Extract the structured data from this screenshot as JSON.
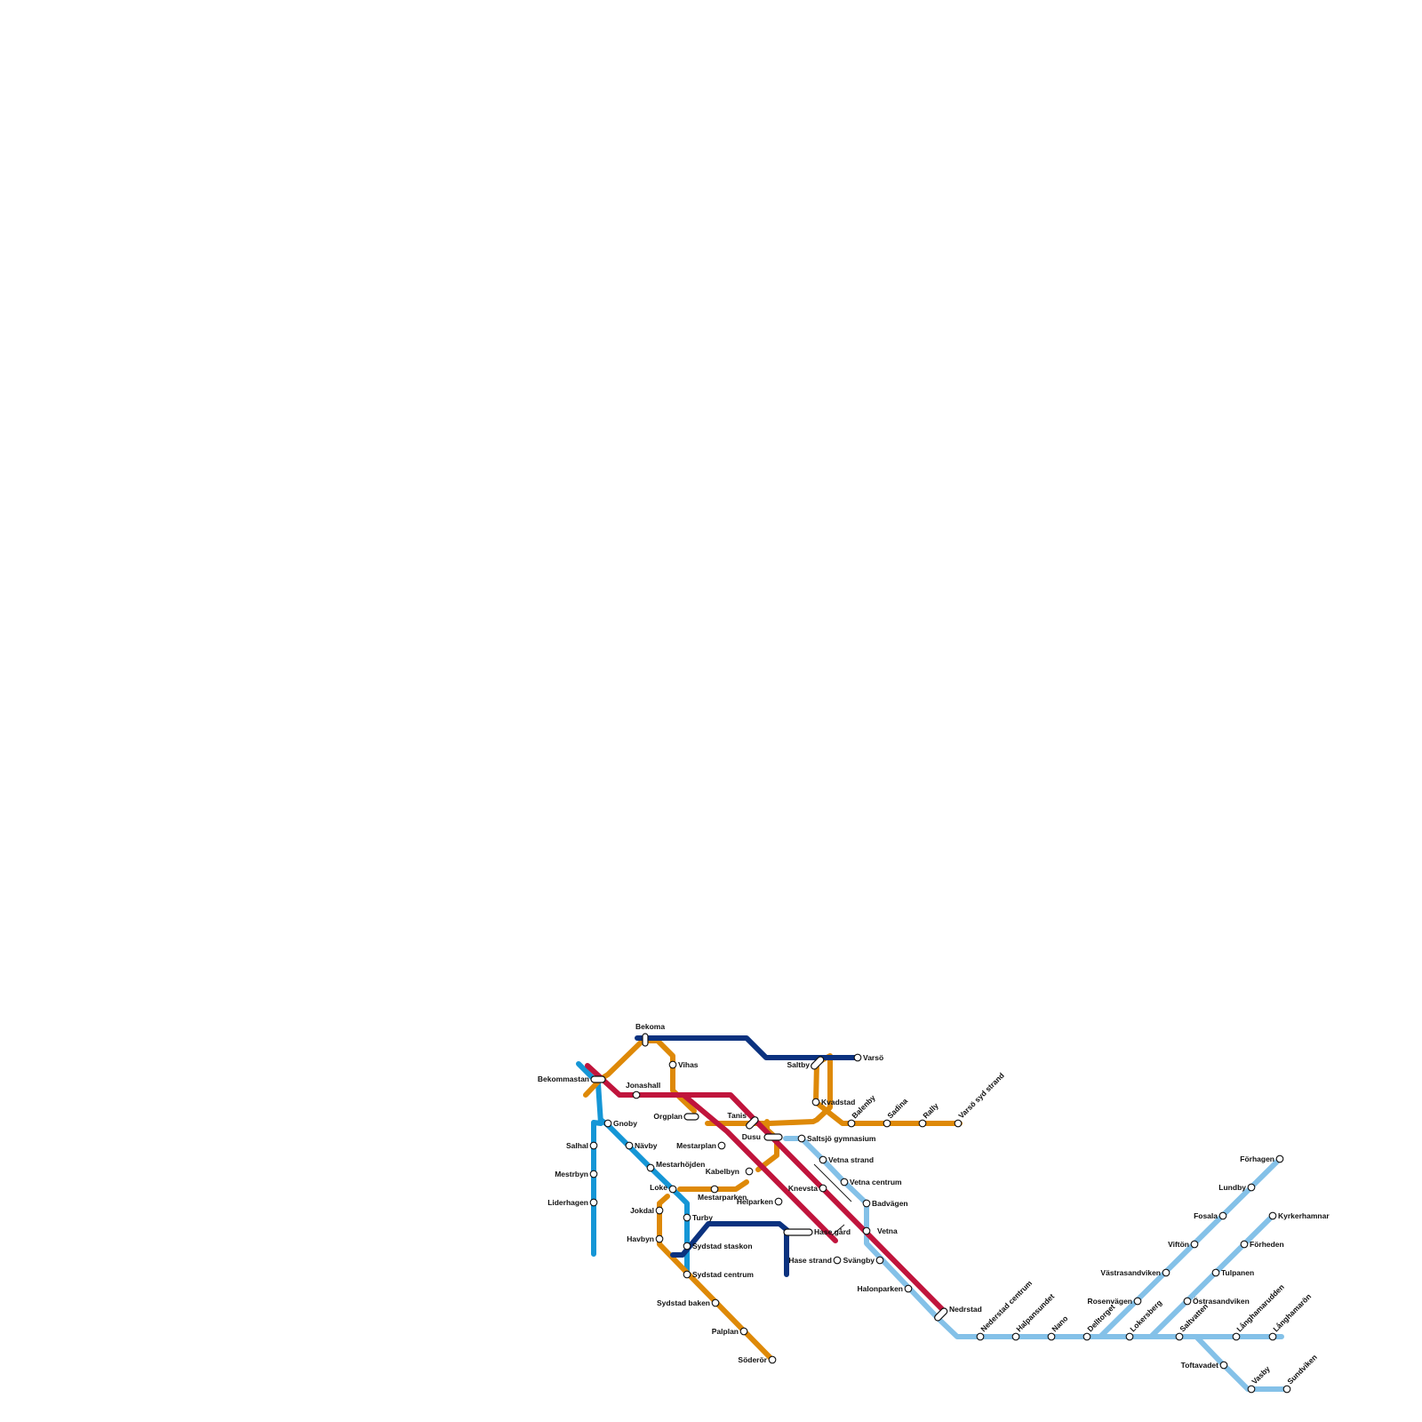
{
  "map": {
    "line_colors": {
      "light_blue": "#84c1e8",
      "blue": "#1596d6",
      "orange": "#de8908",
      "red": "#c0143c",
      "navy": "#0b327f"
    },
    "stations": {
      "bekoma": "Bekoma",
      "vihas": "Vihas",
      "bekommastan": "Bekommastan",
      "jonashall": "Jonashall",
      "gnoby": "Gnoby",
      "salhal": "Salhal",
      "navby": "Nävby",
      "mestrbyn": "Mestrbyn",
      "liderhagen": "Liderhagen",
      "mestarhojden": "Mestarhöjden",
      "loke": "Loke",
      "mestarparken": "Mestarparken",
      "jokdal": "Jokdal",
      "turby": "Turby",
      "havbyn": "Havbyn",
      "sydstad_staskon": "Sydstad staskon",
      "sydstad_centrum": "Sydstad centrum",
      "sydstad_baken": "Sydstad baken",
      "palplan": "Palplan",
      "soderor": "Söderör",
      "orgplan": "Orgplan",
      "tanis": "Tanis",
      "mestarplan": "Mestarplan",
      "kabelbyn": "Kabelbyn",
      "helparken": "Helparken",
      "saltby": "Saltby",
      "varso": "Varsö",
      "kvadstad": "Kvadstad",
      "balenby": "Balenby",
      "sadina": "Sadina",
      "rally": "Rally",
      "varso_syd_strand": "Varsö syd strand",
      "dusu": "Dusu",
      "saltsjo_gymnasium": "Saltsjö gymnasium",
      "vetna_strand": "Vetna strand",
      "vetna_centrum": "Vetna centrum",
      "knevsta": "Knevsta",
      "badvagen": "Badvägen",
      "hase_gard": "Hase gård",
      "vetna": "Vetna",
      "hase_strand": "Hase strand",
      "svangby": "Svängby",
      "halonparken": "Halonparken",
      "nedrstad": "Nedrstad",
      "nederstad_centrum": "Nederstad centrum",
      "halpansundet": "Halpansundet",
      "nano": "Nano",
      "delltorget": "Delltorget",
      "lokersberg": "Lokersberg",
      "saltvatten": "Saltvatten",
      "langhamarudden": "Långhamarudden",
      "langhamaron": "Långhamarön",
      "forhagen": "Förhagen",
      "lundby": "Lundby",
      "fosala": "Fosala",
      "vifton": "Viftön",
      "vastrasandviken": "Västrasandviken",
      "rosenvagen": "Rosenvägen",
      "kyrkerhamnar": "Kyrkerhamnar",
      "forheden": "Förheden",
      "tulpanen": "Tulpanen",
      "ostrasandviken": "Östrasandviken",
      "toftavadet": "Toftavadet",
      "vasby": "Vasby",
      "sundviken": "Sundviken"
    }
  }
}
